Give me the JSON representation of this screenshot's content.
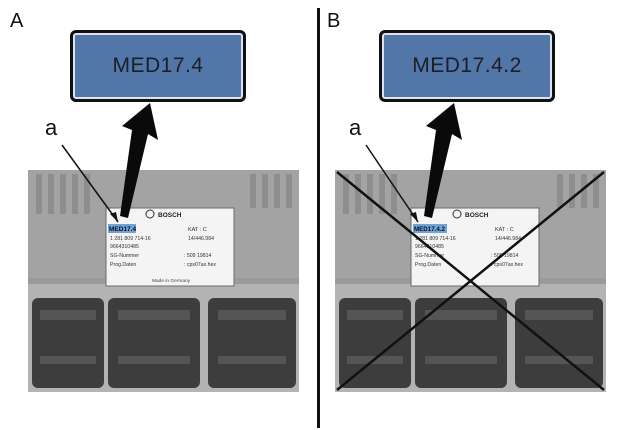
{
  "panels": [
    {
      "letter": "A",
      "callout": "MED17.4",
      "pointer": "a",
      "label": {
        "highlight": "MED17.4",
        "brand": "BOSCH",
        "kat": "KAT : C",
        "line1_left": "1 281 809 714-16",
        "line1_right": "14/446.984",
        "line2_left": "9664310485",
        "so_label": "SG-Nummer",
        "so_value": ": 509 19814",
        "prog_label": "Prog.Daten",
        "prog_value": ": cps07ax.hex",
        "made_in": "Made in Germany"
      },
      "crossed_out": false
    },
    {
      "letter": "B",
      "callout": "MED17.4.2",
      "pointer": "a",
      "label": {
        "highlight": "MED17.4.2",
        "brand": "BOSCH",
        "kat": "KAT : C",
        "line1_left": "1 281 809 714-16",
        "line1_right": "14/446.984",
        "line2_left": "9664310485",
        "so_label": "SG-Nummer",
        "so_value": ": 509 19814",
        "prog_label": "Prog.Daten",
        "prog_value": ": cps07ax.hex",
        "made_in": ""
      },
      "crossed_out": true
    }
  ],
  "colors": {
    "callout_fill": "#5276a8",
    "highlight": "#6fa3dc",
    "housing": "#a7a7a7"
  }
}
